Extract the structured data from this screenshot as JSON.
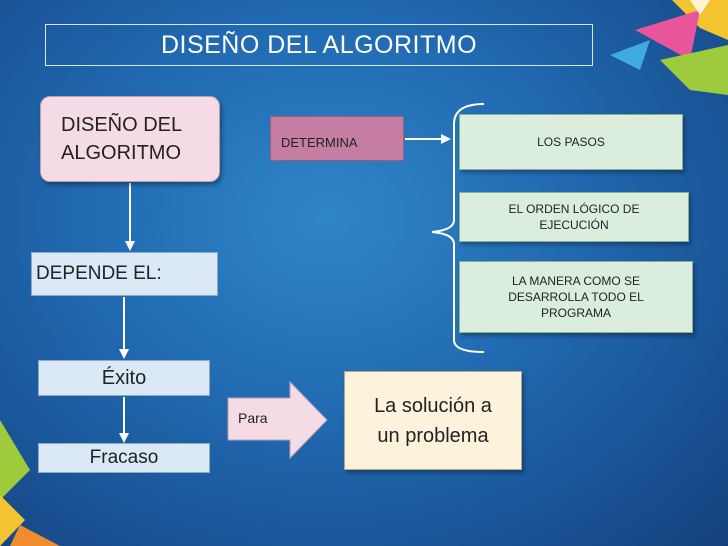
{
  "title": "DISEÑO DEL ALGORITMO",
  "nodes": {
    "main": [
      "DISEÑO DEL",
      "ALGORITMO"
    ],
    "depende": "DEPENDE EL:",
    "determina": "DETERMINA",
    "pasos": "LOS PASOS",
    "orden": [
      "EL ORDEN LÓGICO DE",
      "EJECUCIÓN"
    ],
    "manera": [
      "LA MANERA COMO SE",
      "DESARROLLA TODO EL",
      "PROGRAMA"
    ],
    "exito": "Éxito",
    "fracaso": "Fracaso",
    "para": "Para",
    "solucion": [
      "La solución a",
      "un problema"
    ]
  },
  "colors": {
    "background": "#2068b0",
    "main_box": "#f4dbe6",
    "determina_box": "#c57ea1",
    "green_box": "#dbeede",
    "blue_box": "#dbe8f6",
    "result_box": "#fdf3dc",
    "para_arrow": "#f4dbe6"
  }
}
